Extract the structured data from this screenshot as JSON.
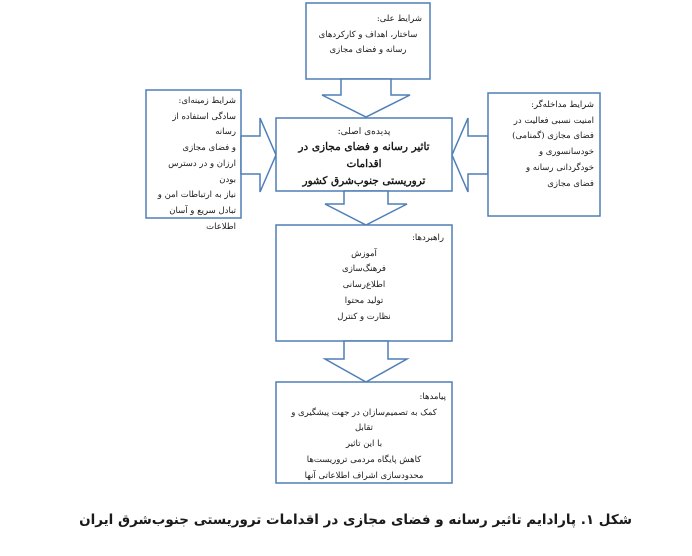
{
  "causal": {
    "heading": "شرایط علی:",
    "lines": [
      "ساختار، اهداف و کارکردهای",
      "رسانه و فضای مجازی"
    ]
  },
  "context": {
    "heading": "شرایط زمینه‌ای:",
    "lines": [
      "سادگی استفاده از رسانه",
      "و فضای مجازی",
      "ارزان و در دسترس بودن",
      "نیاز به ارتباطات امن و",
      "تبادل سریع و آسان",
      "اطلاعات"
    ]
  },
  "core": {
    "heading": "پدیده‌ی اصلی:",
    "lines": [
      "تاثیر رسانه و فضای مجازی در اقدامات",
      "تروریستی جنوب‌شرق کشور"
    ]
  },
  "intervening": {
    "heading": "شرایط مداخله‌گر:",
    "lines": [
      "امنیت نسبی فعالیت در",
      "فضای مجازی (گمنامی)",
      "خودسانسوری و",
      "خودگردانی رسانه و",
      "فضای مجازی"
    ]
  },
  "strategies": {
    "heading": "راهبردها:",
    "lines": [
      "آموزش",
      "فرهنگ‌سازی",
      "اطلاع‌رسانی",
      "تولید محتوا",
      "نظارت و کنترل"
    ]
  },
  "outcomes": {
    "heading": "پیامدها:",
    "lines": [
      "کمک به تصمیم‌سازان در جهت پیشگیری و تقابل",
      "با این تاثیر",
      "کاهش پایگاه مردمی تروریست‌ها",
      "محدودسازی اشراف اطلاعاتی آنها"
    ]
  },
  "caption": "شکل ۱. پارادایم تاثیر رسانه و فضای مجازی در اقدامات تروریستی جنوب‌شرق ایران",
  "colors": {
    "border": "#4f7fb6",
    "text": "#1a1a1a",
    "background": "#ffffff"
  }
}
